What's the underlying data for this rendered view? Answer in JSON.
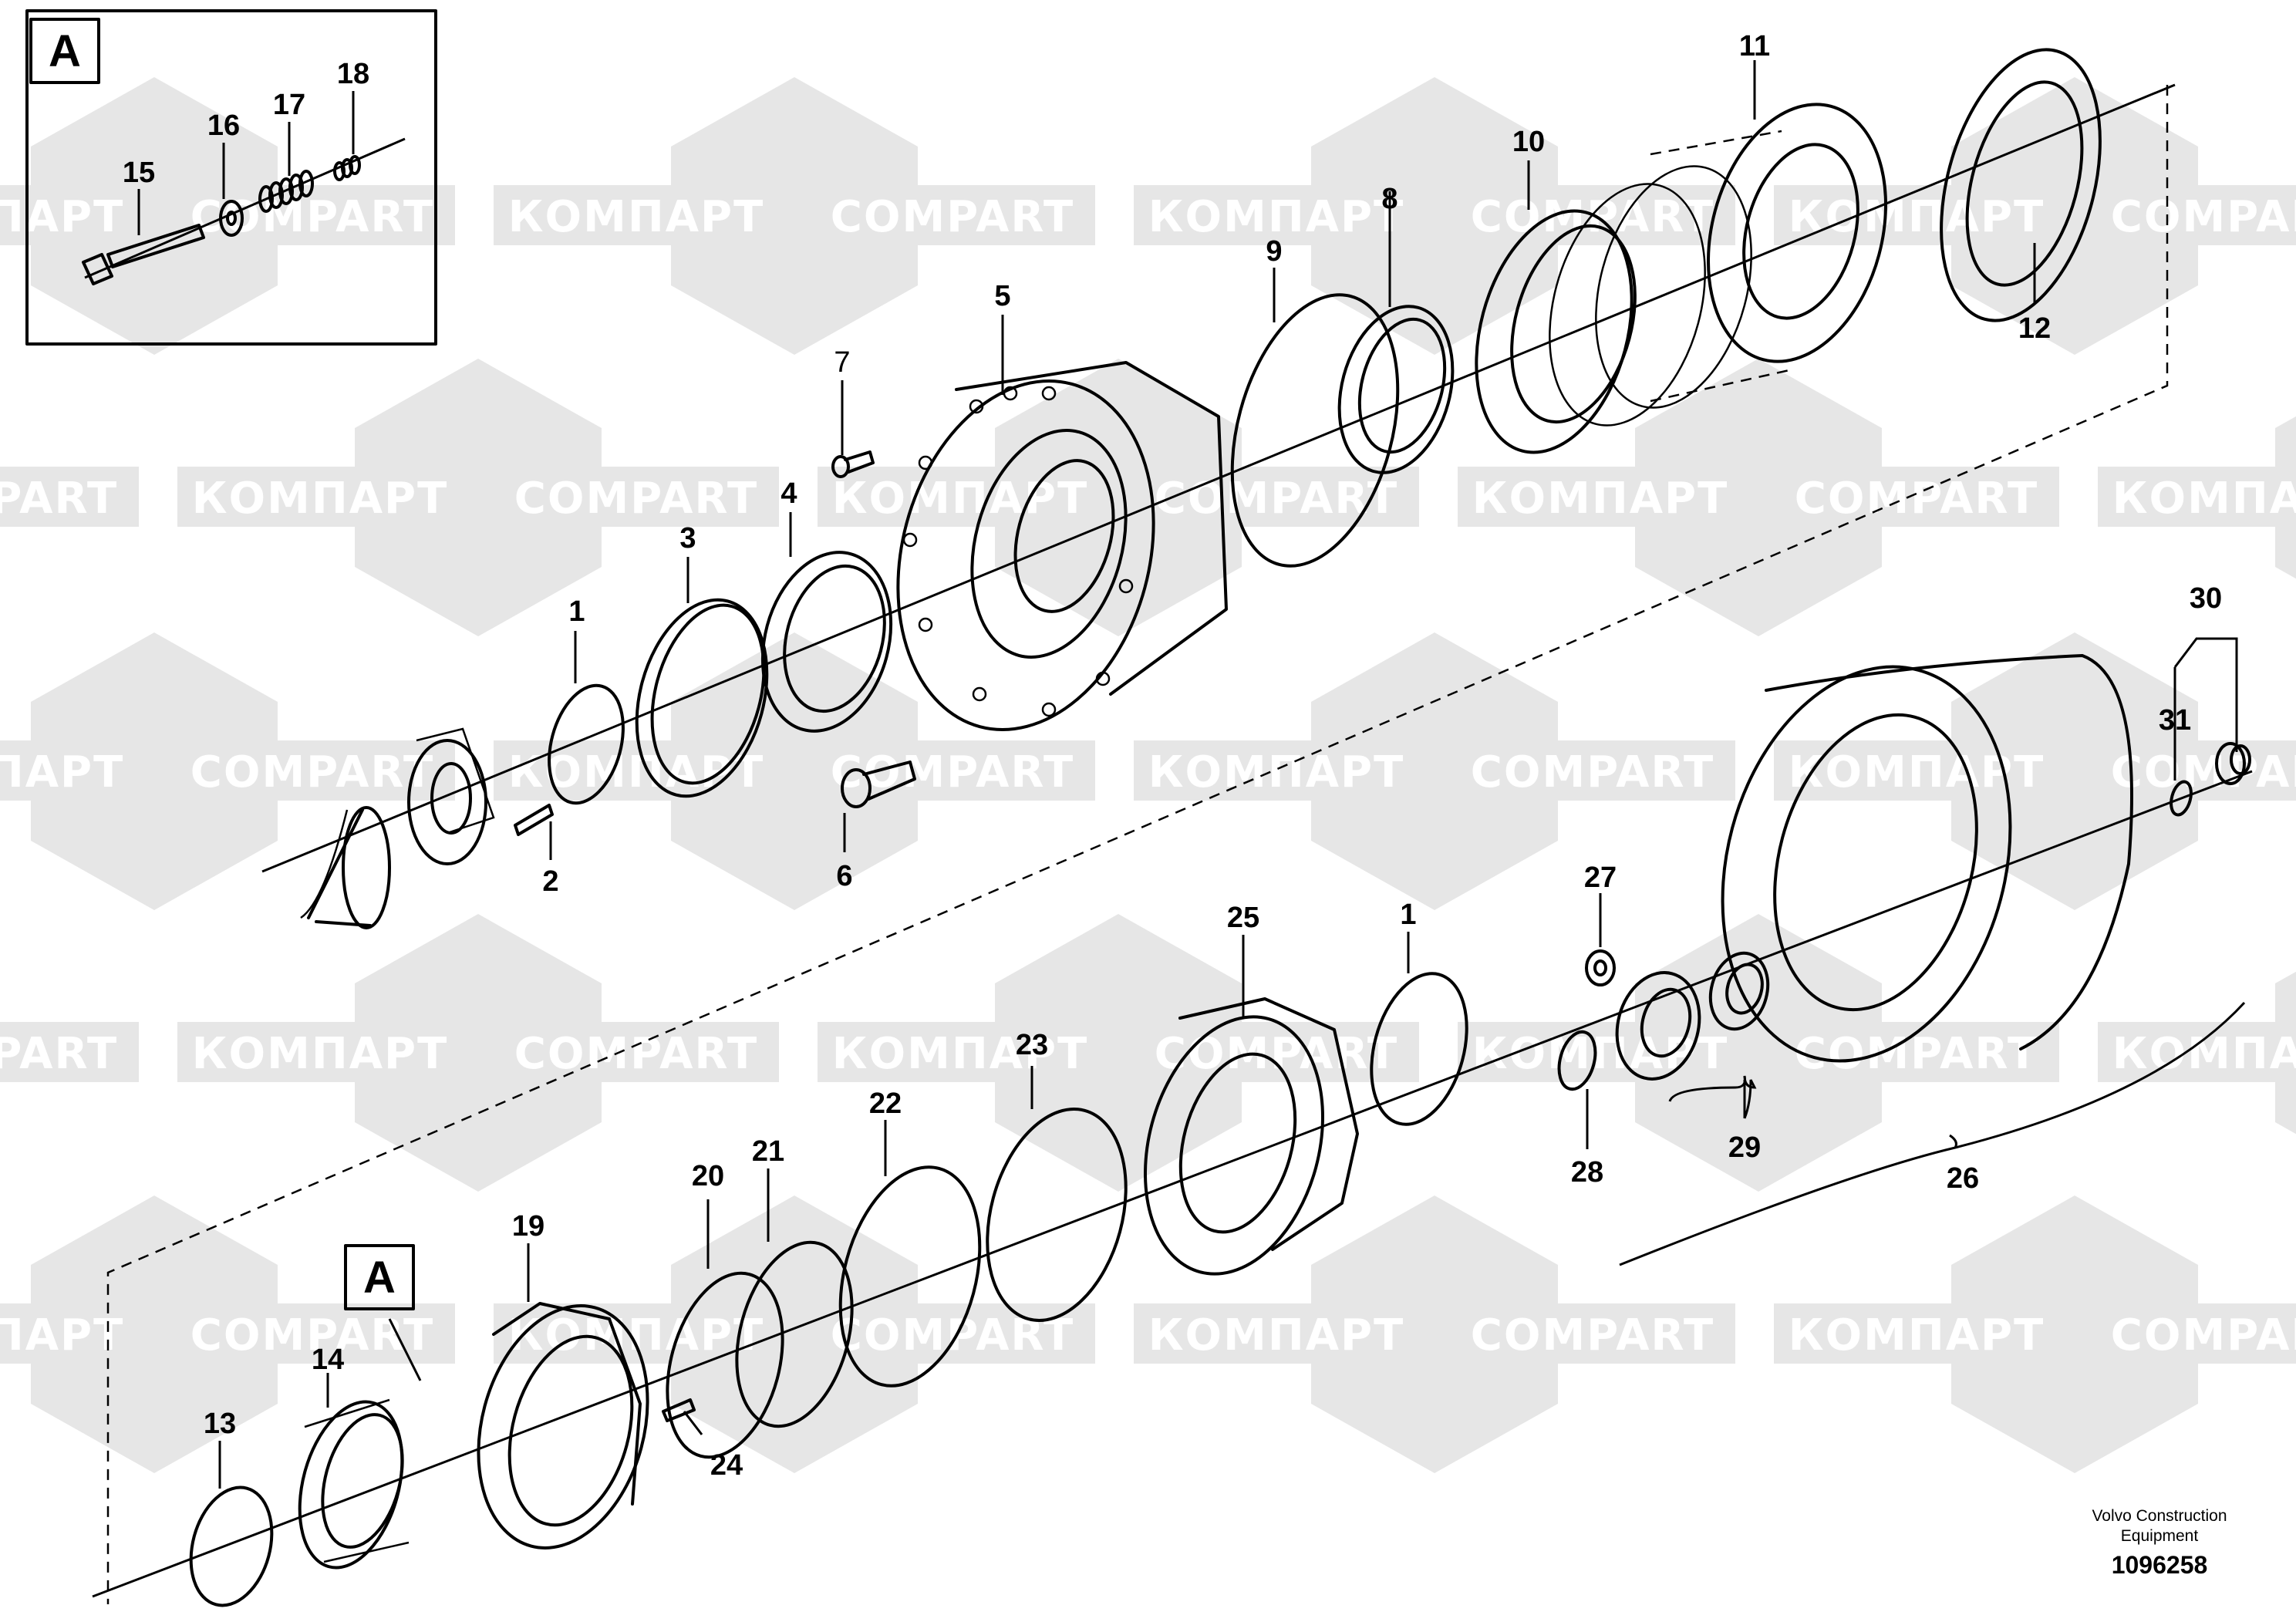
{
  "watermark": {
    "ru": "КОМПАРТ",
    "en": "COMPART"
  },
  "inset": {
    "label": "A"
  },
  "detail_marker": {
    "label": "A"
  },
  "callouts": [
    "1",
    "2",
    "3",
    "4",
    "5",
    "6",
    "7",
    "8",
    "9",
    "10",
    "11",
    "12",
    "13",
    "14",
    "15",
    "16",
    "17",
    "18",
    "19",
    "20",
    "21",
    "22",
    "23",
    "24",
    "25",
    "26",
    "27",
    "28",
    "29",
    "30",
    "31"
  ],
  "callout_1b": "1",
  "footer": {
    "line1": "Volvo Construction",
    "line2": "Equipment",
    "drawing_number": "1096258"
  }
}
